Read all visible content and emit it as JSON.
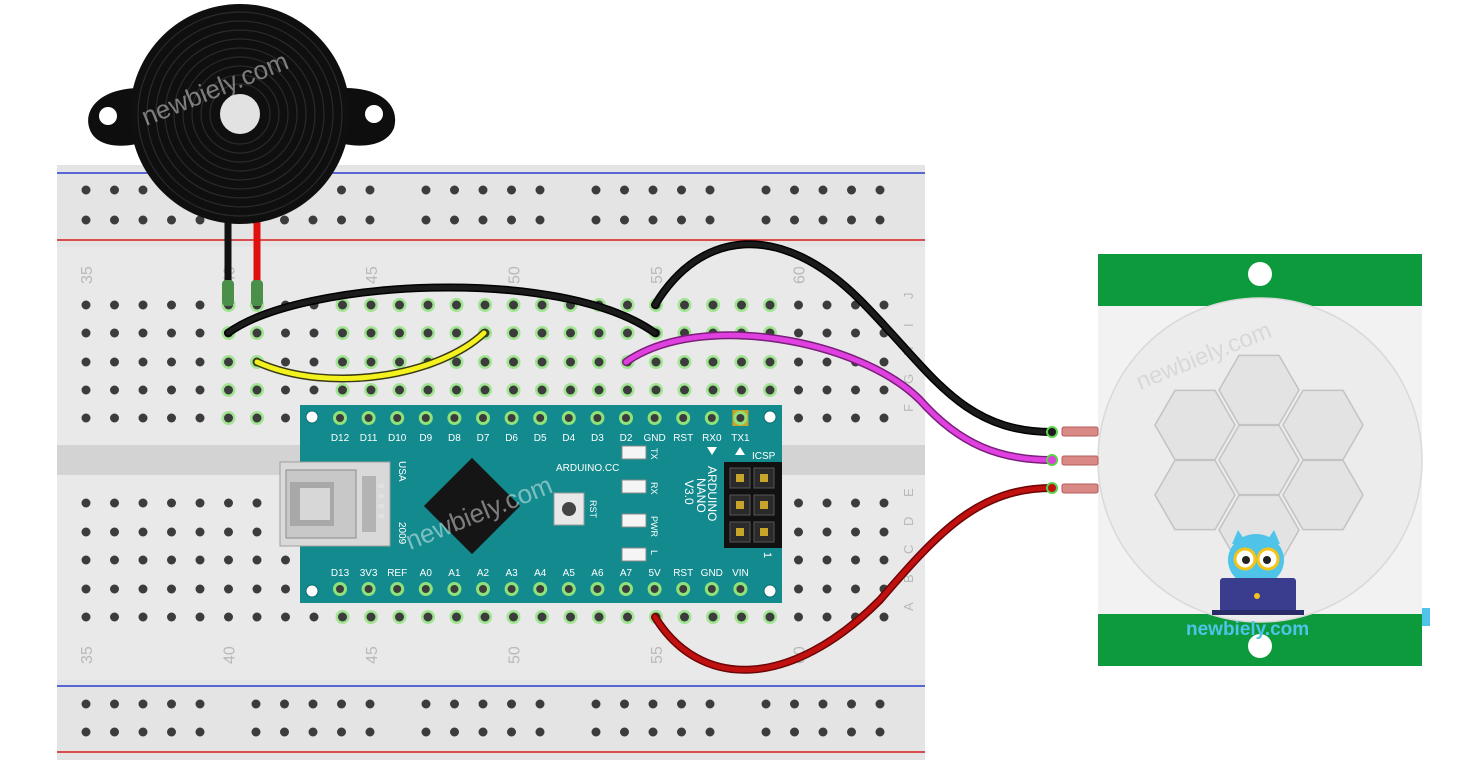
{
  "watermarks": [
    "newbiely.com",
    "newbiely.com",
    "newbiely.com"
  ],
  "brand": "newbiely.com",
  "breadboard": {
    "column_numbers": [
      "35",
      "40",
      "45",
      "50",
      "55",
      "60"
    ],
    "row_letters_top": [
      "J",
      "I",
      "H",
      "G",
      "F"
    ],
    "row_letters_bottom": [
      "E",
      "D",
      "C",
      "B",
      "A"
    ]
  },
  "arduino": {
    "top_pins": [
      "D12",
      "D11",
      "D10",
      "D9",
      "D8",
      "D7",
      "D6",
      "D5",
      "D4",
      "D3",
      "D2",
      "GND",
      "RST",
      "RX0",
      "TX1"
    ],
    "bottom_pins": [
      "D13",
      "3V3",
      "REF",
      "A0",
      "A1",
      "A2",
      "A3",
      "A4",
      "A5",
      "A6",
      "A7",
      "5V",
      "RST",
      "GND",
      "VIN"
    ],
    "maker": "ARDUINO.CC",
    "model_line1": "ARDUINO",
    "model_line2": "NANO",
    "model_line3": "V3.0",
    "usb_label": "USA",
    "year": "2009",
    "icsp": "ICSP",
    "rst_button": "RST",
    "leds": [
      "TX",
      "RX",
      "PWR",
      "L"
    ],
    "icsp_pin1": "1"
  },
  "colors": {
    "board_green": "#128a8e",
    "pir_green": "#0c9a3c",
    "wire_black": "#1b1b1b",
    "wire_red": "#c0100f",
    "wire_magenta": "#e040e0",
    "wire_yellow": "#f4f21e",
    "hole_highlight": "#7ee06b"
  }
}
